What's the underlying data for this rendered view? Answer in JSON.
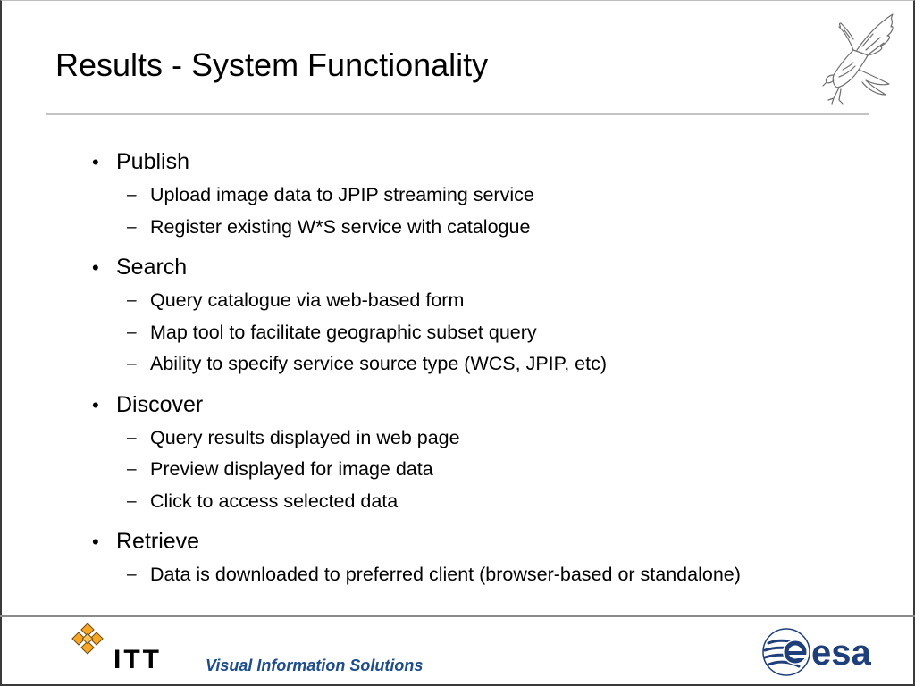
{
  "slide": {
    "title": "Results - System Functionality"
  },
  "bullets": [
    {
      "text": "Publish",
      "subs": [
        "Upload image data to JPIP streaming service",
        "Register existing W*S service with catalogue"
      ]
    },
    {
      "text": "Search",
      "subs": [
        "Query catalogue via web-based form",
        "Map tool to facilitate geographic subset query",
        "Ability to specify service source type (WCS, JPIP, etc)"
      ]
    },
    {
      "text": "Discover",
      "subs": [
        "Query results displayed in web page",
        "Preview displayed for image data",
        "Click to access selected data"
      ]
    },
    {
      "text": "Retrieve",
      "subs": [
        "Data is downloaded to preferred client (browser-based or standalone)"
      ]
    }
  ],
  "symbols": {
    "bullet": "•",
    "dash": "–"
  },
  "footer": {
    "company": "ITT",
    "division": "Visual Information Solutions",
    "partner": "esa"
  },
  "icons": {
    "header_logo": "eagle-icon",
    "company_logo": "itt-diamond-icon",
    "partner_logo": "esa-logo-icon"
  },
  "colors": {
    "division_text": "#1e4d8c",
    "itt_orange": "#f5a623",
    "esa_blue": "#1f3f7a"
  }
}
